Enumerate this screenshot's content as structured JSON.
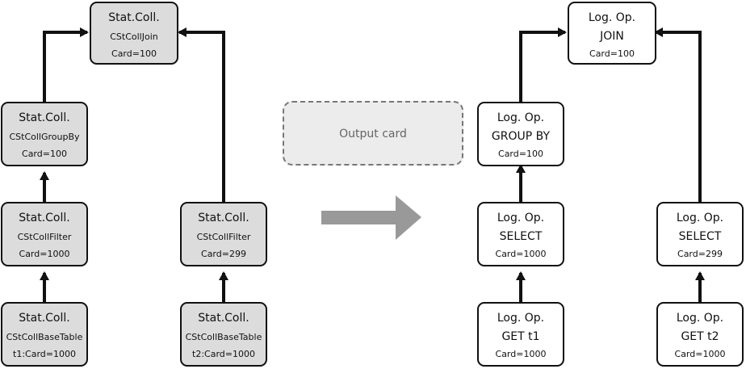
{
  "left_tree": {
    "join": {
      "title": "Stat.Coll.",
      "name": "CStCollJoin",
      "card": "Card=100"
    },
    "groupby": {
      "title": "Stat.Coll.",
      "name": "CStCollGroupBy",
      "card": "Card=100"
    },
    "filter1": {
      "title": "Stat.Coll.",
      "name": "CStCollFilter",
      "card": "Card=1000"
    },
    "filter2": {
      "title": "Stat.Coll.",
      "name": "CStCollFilter",
      "card": "Card=299"
    },
    "base1": {
      "title": "Stat.Coll.",
      "name": "CStCollBaseTable",
      "card": "t1:Card=1000"
    },
    "base2": {
      "title": "Stat.Coll.",
      "name": "CStCollBaseTable",
      "card": "t2:Card=1000"
    }
  },
  "middle": {
    "output_label": "Output card"
  },
  "right_tree": {
    "join": {
      "title": "Log. Op.",
      "op": "JOIN",
      "card": "Card=100"
    },
    "groupby": {
      "title": "Log. Op.",
      "op": "GROUP BY",
      "card": "Card=100"
    },
    "select1": {
      "title": "Log. Op.",
      "op": "SELECT",
      "card": "Card=1000"
    },
    "select2": {
      "title": "Log. Op.",
      "op": "SELECT",
      "card": "Card=299"
    },
    "get1": {
      "title": "Log. Op.",
      "op": "GET t1",
      "card": "Card=1000"
    },
    "get2": {
      "title": "Log. Op.",
      "op": "GET t2",
      "card": "Card=1000"
    }
  },
  "colors": {
    "stat_fill": "#dcdcdc",
    "logop_fill": "#ffffff",
    "output_fill": "#ececec",
    "transform_arrow": "#999999",
    "edge": "#111111"
  }
}
